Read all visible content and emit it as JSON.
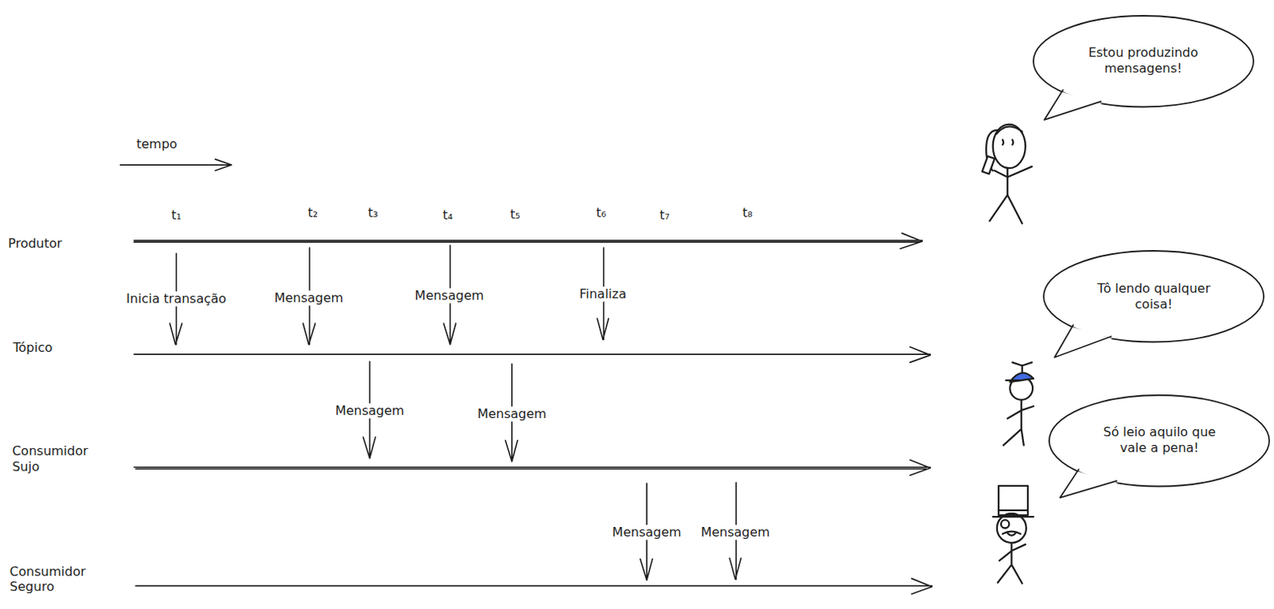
{
  "diagram": {
    "nodes": [
      {
        "text": [
          "Estou produzindo mensagens!"
        ]
      },
      {
        "text": [
          "Tô lendo qualquer coisa!"
        ]
      },
      {
        "text": [
          "Só leio aquilo que vale a pena!"
        ]
      }
    ],
    "labels": [
      "tempo",
      "t₁",
      "t₂",
      "t₃",
      "t₄",
      "t₅",
      "t₆",
      "t₇",
      "t₈",
      "Produtor",
      "Tópico",
      "Consumidor Sujo",
      "Consumidor Seguro",
      "Inicia transação",
      "Mensagem",
      "Mensagem",
      "Finaliza",
      "Mensagem",
      "Mensagem",
      "Mensagem",
      "Mensagem"
    ]
  }
}
